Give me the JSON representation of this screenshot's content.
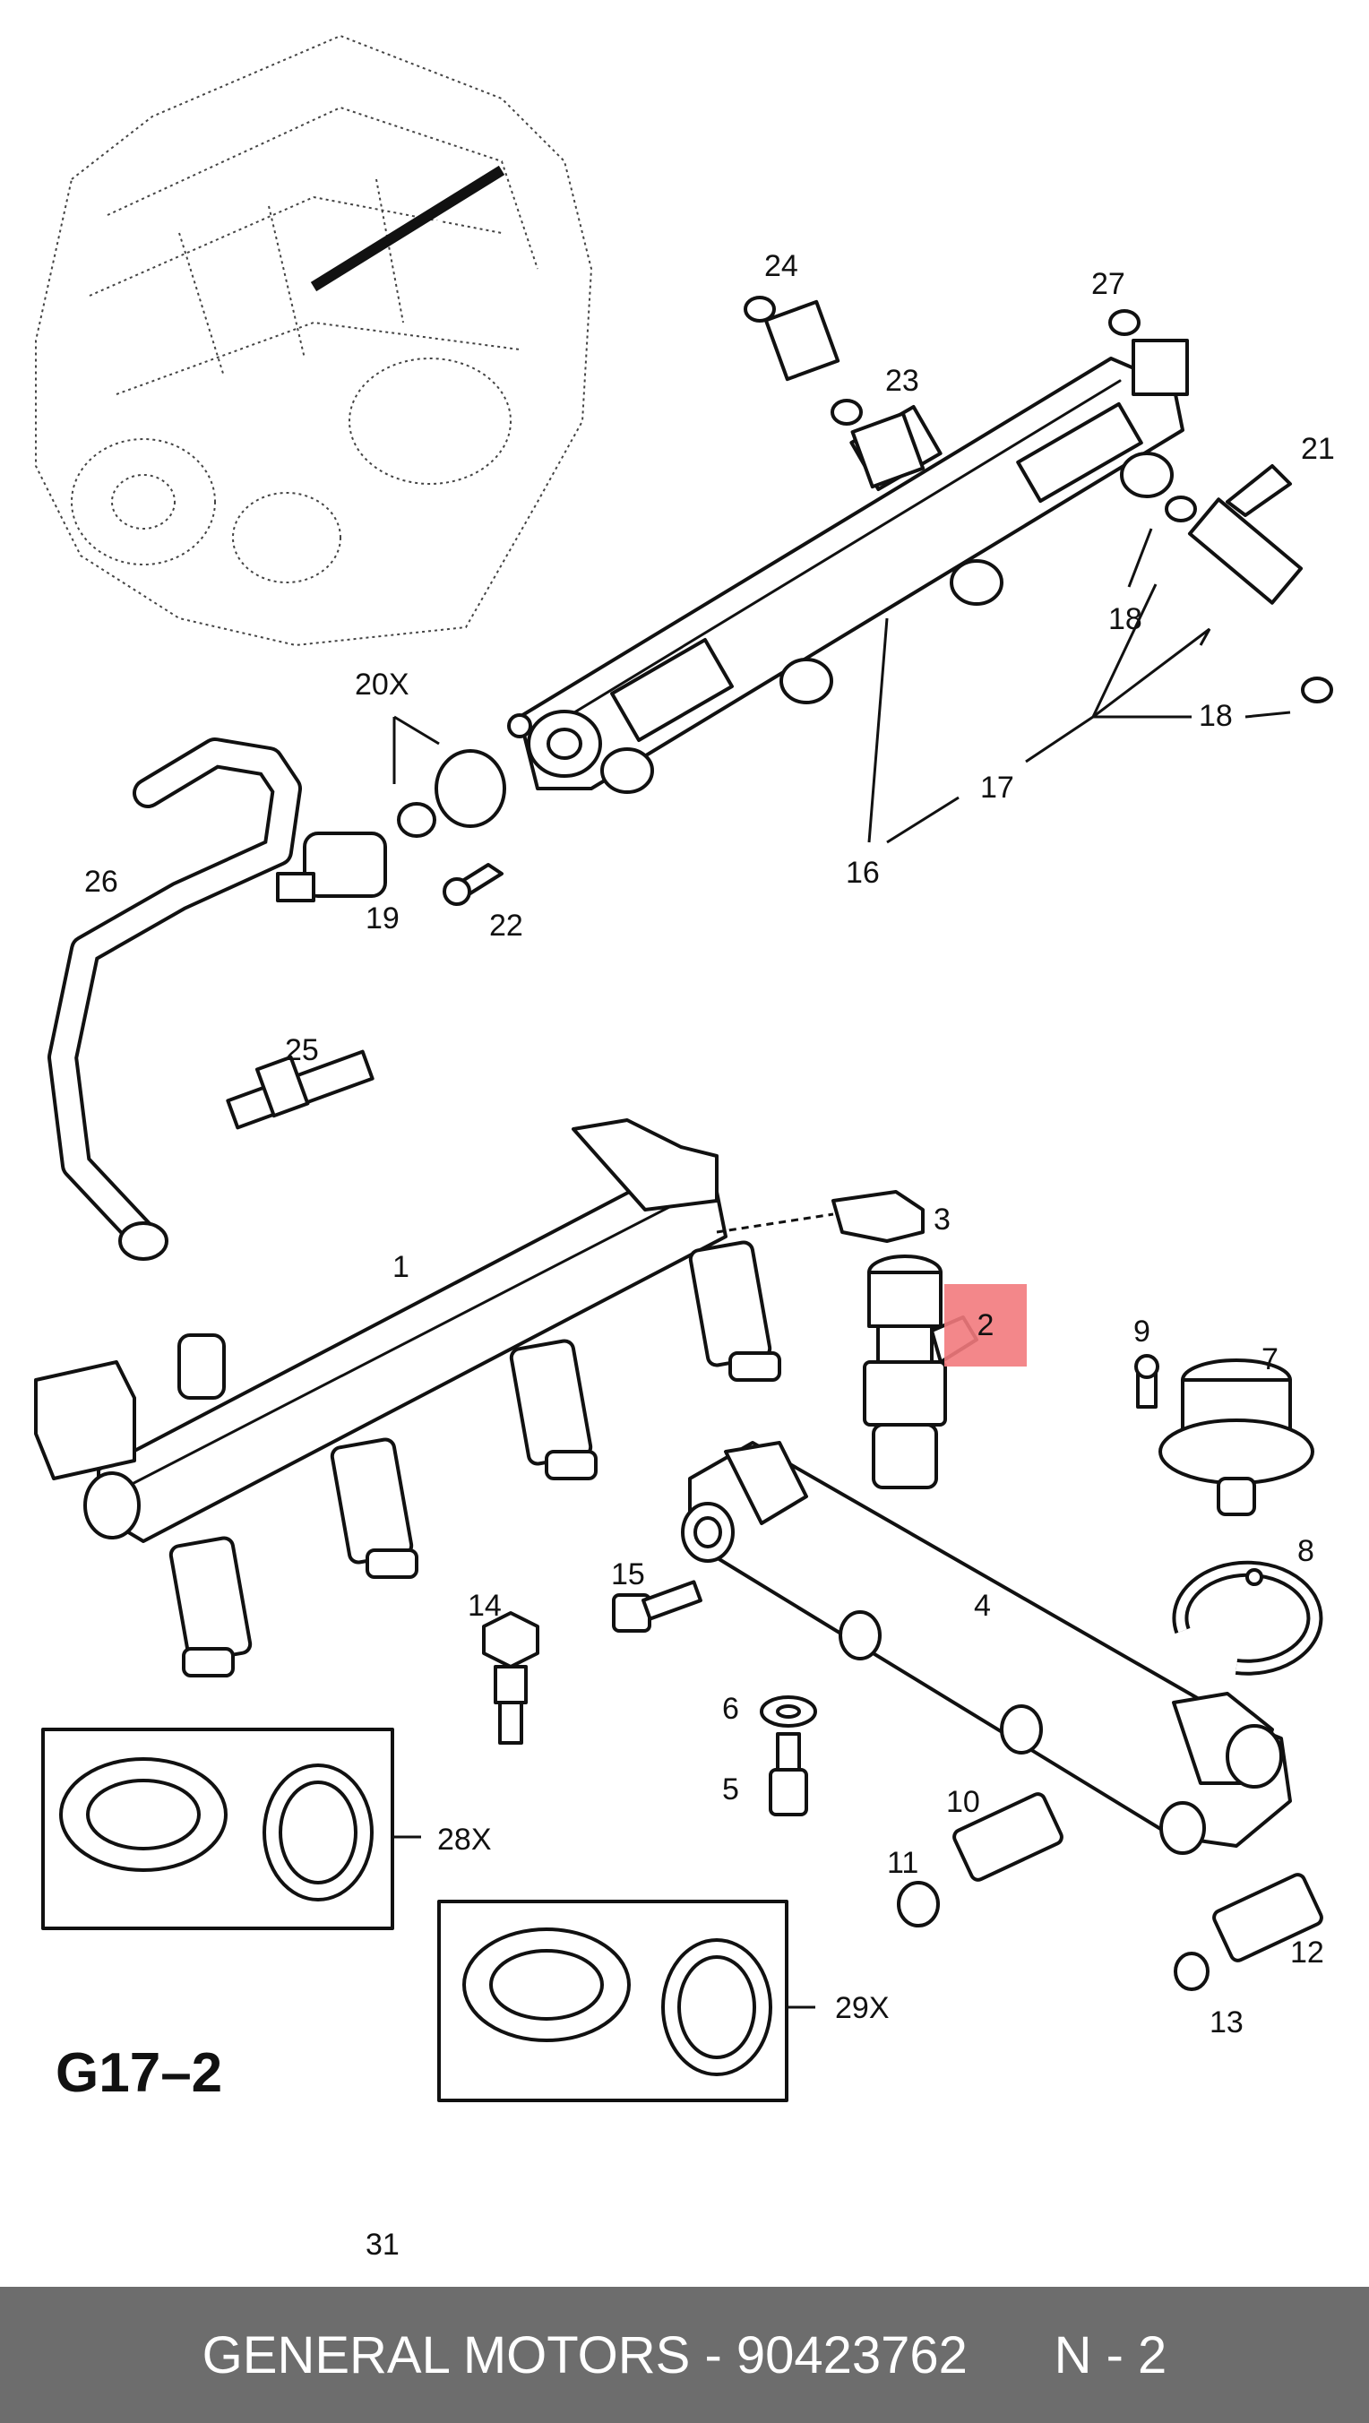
{
  "diagram": {
    "code": "G17–2",
    "page_number": "31",
    "highlighted_part": "2",
    "highlight_color": "#f27a7d",
    "labels": {
      "p1": "1",
      "p2": "2",
      "p3": "3",
      "p4": "4",
      "p5": "5",
      "p6": "6",
      "p7": "7",
      "p8": "8",
      "p9": "9",
      "p10": "10",
      "p11": "11",
      "p12": "12",
      "p13": "13",
      "p14": "14",
      "p15": "15",
      "p16": "16",
      "p17": "17",
      "p18a": "18",
      "p18b": "18",
      "p19": "19",
      "p20": "20X",
      "p21": "21",
      "p22": "22",
      "p23": "23",
      "p24": "24",
      "p25": "25",
      "p26": "26",
      "p27": "27",
      "p28": "28X",
      "p29": "29X"
    }
  },
  "footer": {
    "brand": "GENERAL MOTORS",
    "separator": " - ",
    "part_number": "90423762",
    "position_label": "N - 2",
    "background": "#6d6d6d"
  }
}
